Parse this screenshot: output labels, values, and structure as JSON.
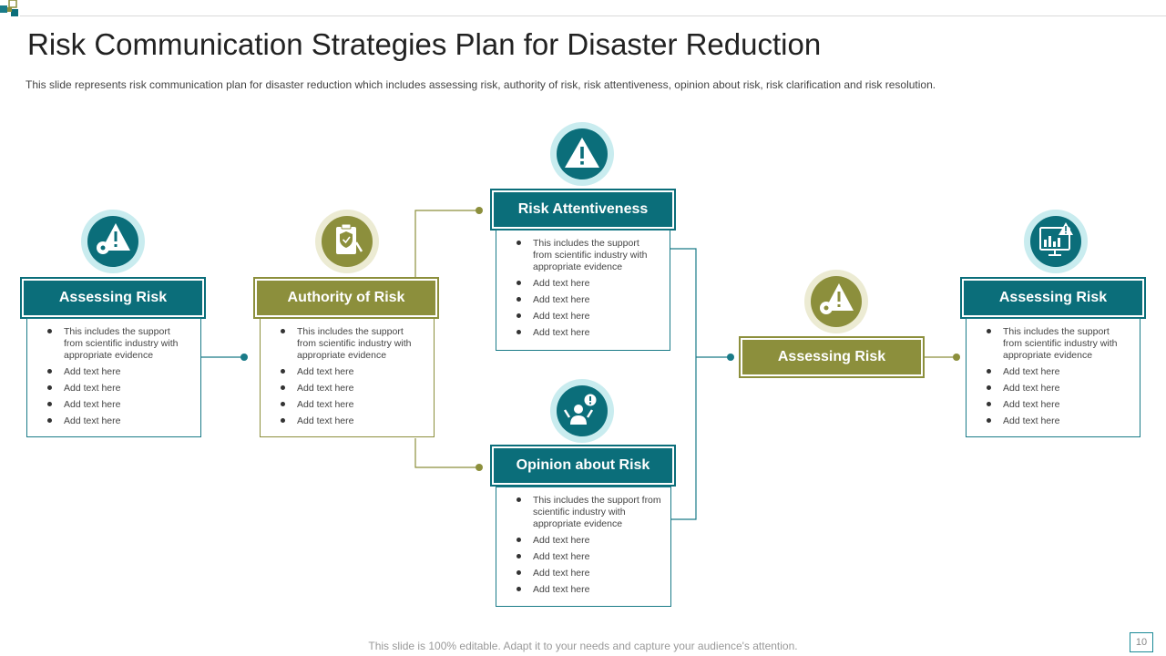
{
  "title": "Risk Communication Strategies Plan for Disaster Reduction",
  "subtitle": "This slide represents risk communication plan for disaster reduction which includes assessing risk, authority of risk, risk attentiveness, opinion about risk, risk clarification and risk resolution.",
  "footer": "This slide is 100% editable. Adapt it to your needs and capture your audience's attention.",
  "page_number": "10",
  "colors": {
    "teal": "#0b6e7a",
    "olive": "#8c8f3c",
    "teal_light": "#c9ecef",
    "olive_light": "#ecebd3"
  },
  "nodes": [
    {
      "id": "assessing-risk-left",
      "label": "Assessing Risk",
      "icon": "gear-warning-icon",
      "bullets": [
        "This includes the support from scientific industry with appropriate evidence",
        "Add text here",
        "Add text here",
        "Add text here",
        "Add text here"
      ]
    },
    {
      "id": "authority-of-risk",
      "label": "Authority of Risk",
      "icon": "clipboard-shield-icon",
      "bullets": [
        "This includes the support from scientific industry with appropriate evidence",
        "Add text here",
        "Add text here",
        "Add text here",
        "Add text here"
      ]
    },
    {
      "id": "risk-attentiveness",
      "label": "Risk Attentiveness",
      "icon": "warning-triangle-icon",
      "bullets": [
        "This includes the support from scientific industry with appropriate evidence",
        "Add text here",
        "Add text here",
        "Add text here",
        "Add text here"
      ]
    },
    {
      "id": "opinion-about-risk",
      "label": "Opinion about Risk",
      "icon": "person-alert-icon",
      "bullets": [
        "This includes the support from scientific industry with appropriate evidence",
        "Add text here",
        "Add text here",
        "Add text here",
        "Add text here"
      ]
    },
    {
      "id": "assessing-risk-middle",
      "label": "Assessing Risk",
      "icon": "gear-warning-icon"
    },
    {
      "id": "assessing-risk-right",
      "label": "Assessing Risk",
      "icon": "chart-warning-icon",
      "bullets": [
        "This includes the support from scientific industry with appropriate evidence",
        "Add text here",
        "Add text here",
        "Add text here",
        "Add text here"
      ]
    }
  ]
}
